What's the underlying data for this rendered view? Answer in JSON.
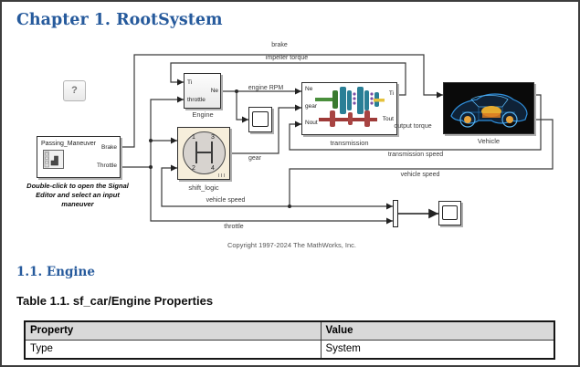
{
  "page": {
    "title": "Chapter 1. RootSystem",
    "help_button": "?",
    "section_heading": "1.1. Engine",
    "table_caption": "Table 1.1. sf_car/Engine Properties",
    "copyright": "Copyright 1997-2024 The MathWorks, Inc."
  },
  "colors": {
    "heading_blue": "#265a9c",
    "wire": "#3a3a3a",
    "shift_logic_bg": "#f6eedb",
    "table_header_bg": "#d9d9d9",
    "vehicle_bg": "#0a0a0a"
  },
  "diagram": {
    "blocks": {
      "passing_maneuver": {
        "title": "Passing_Maneuver",
        "ports_out": [
          "Brake",
          "Throttle"
        ],
        "caption": "Double-click to open the Signal Editor and select an input maneuver"
      },
      "engine": {
        "label": "Engine",
        "ports_in": [
          "Ti",
          "throttle"
        ],
        "ports_out": [
          "Ne"
        ]
      },
      "shift_logic": {
        "label": "shift_logic",
        "gears": [
          "1",
          "3",
          "2",
          "4"
        ]
      },
      "transmission": {
        "label": "transmission",
        "ports_in": [
          "Ne",
          "gear",
          "Nout"
        ],
        "ports_out": [
          "Ti",
          "Tout"
        ]
      },
      "vehicle": {
        "label": "Vehicle"
      }
    },
    "signal_labels": {
      "brake": "brake",
      "impeller_torque": "impeller torque",
      "engine_rpm": "engine RPM",
      "gear": "gear",
      "output_torque": "output torque",
      "transmission_speed": "transmission speed",
      "vehicle_speed_right": "vehicle speed",
      "vehicle_speed_left": "vehicle speed",
      "throttle": "throttle"
    }
  },
  "table": {
    "headers": [
      "Property",
      "Value"
    ],
    "rows": [
      [
        "Type",
        "System"
      ]
    ]
  }
}
